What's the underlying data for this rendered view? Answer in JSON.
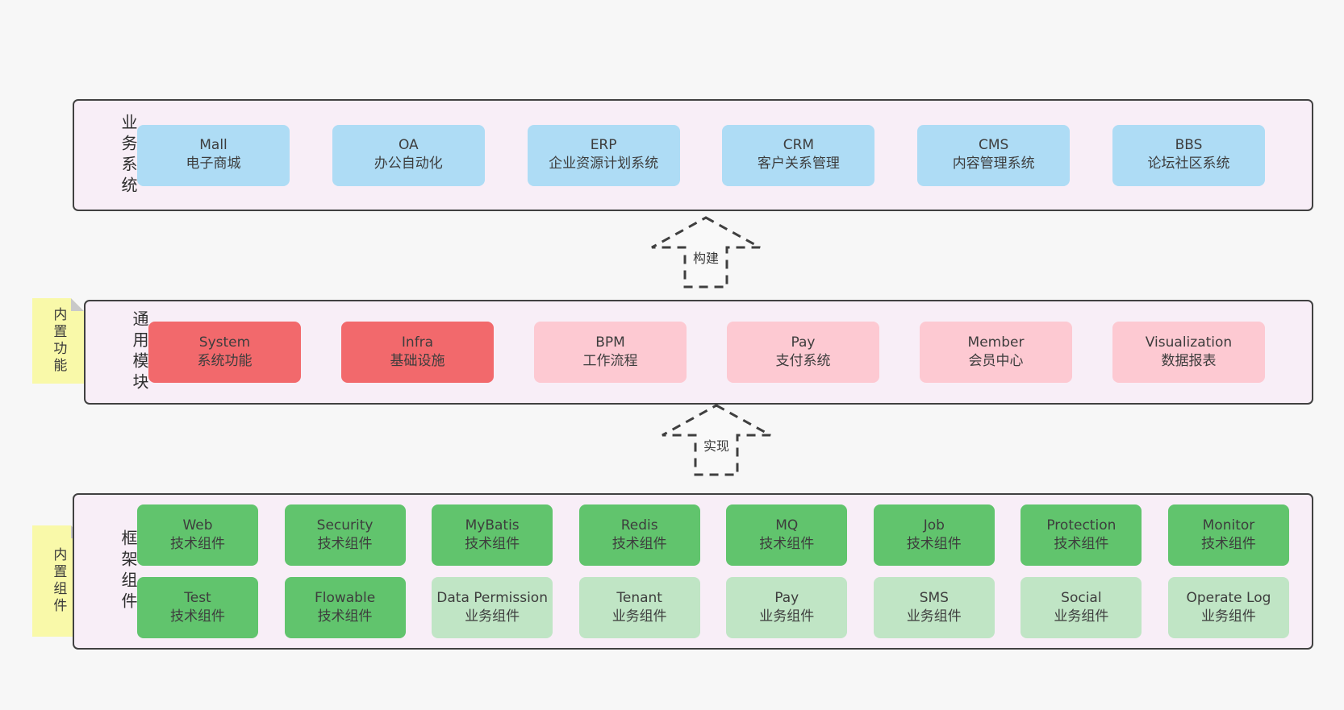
{
  "colors": {
    "page_bg": "#f7f7f7",
    "panel_bg": "#f8eef7",
    "panel_border": "#414141",
    "blue_box": "#aedcf5",
    "red_box": "#f2696c",
    "pink_box": "#fdc9d2",
    "green_box": "#61c46d",
    "light_green_box": "#c0e5c5",
    "yellow_tab": "#f9f9a9",
    "fold_corner": "#c9c9c9",
    "text": "#3d3d3d"
  },
  "arrows": {
    "build": "构建",
    "implement": "实现"
  },
  "sections": {
    "business": {
      "label": "业务系统",
      "boxes": [
        {
          "name": "Mall",
          "desc": "电子商城",
          "variant": "blue"
        },
        {
          "name": "OA",
          "desc": "办公自动化",
          "variant": "blue"
        },
        {
          "name": "ERP",
          "desc": "企业资源计划系统",
          "variant": "blue"
        },
        {
          "name": "CRM",
          "desc": "客户关系管理",
          "variant": "blue"
        },
        {
          "name": "CMS",
          "desc": "内容管理系统",
          "variant": "blue"
        },
        {
          "name": "BBS",
          "desc": "论坛社区系统",
          "variant": "blue"
        }
      ]
    },
    "modules": {
      "label": "通用模块",
      "tab": "内置功能",
      "boxes": [
        {
          "name": "System",
          "desc": "系统功能",
          "variant": "red"
        },
        {
          "name": "Infra",
          "desc": "基础设施",
          "variant": "red"
        },
        {
          "name": "BPM",
          "desc": "工作流程",
          "variant": "pink"
        },
        {
          "name": "Pay",
          "desc": "支付系统",
          "variant": "pink"
        },
        {
          "name": "Member",
          "desc": "会员中心",
          "variant": "pink"
        },
        {
          "name": "Visualization",
          "desc": "数据报表",
          "variant": "pink"
        }
      ]
    },
    "framework": {
      "label": "框架组件",
      "tab": "内置组件",
      "row1": [
        {
          "name": "Web",
          "desc": "技术组件",
          "variant": "green"
        },
        {
          "name": "Security",
          "desc": "技术组件",
          "variant": "green"
        },
        {
          "name": "MyBatis",
          "desc": "技术组件",
          "variant": "green"
        },
        {
          "name": "Redis",
          "desc": "技术组件",
          "variant": "green"
        },
        {
          "name": "MQ",
          "desc": "技术组件",
          "variant": "green"
        },
        {
          "name": "Job",
          "desc": "技术组件",
          "variant": "green"
        },
        {
          "name": "Protection",
          "desc": "技术组件",
          "variant": "green"
        },
        {
          "name": "Monitor",
          "desc": "技术组件",
          "variant": "green"
        }
      ],
      "row2": [
        {
          "name": "Test",
          "desc": "技术组件",
          "variant": "green"
        },
        {
          "name": "Flowable",
          "desc": "技术组件",
          "variant": "green"
        },
        {
          "name": "Data Permission",
          "desc": "业务组件",
          "variant": "light-green"
        },
        {
          "name": "Tenant",
          "desc": "业务组件",
          "variant": "light-green"
        },
        {
          "name": "Pay",
          "desc": "业务组件",
          "variant": "light-green"
        },
        {
          "name": "SMS",
          "desc": "业务组件",
          "variant": "light-green"
        },
        {
          "name": "Social",
          "desc": "业务组件",
          "variant": "light-green"
        },
        {
          "name": "Operate Log",
          "desc": "业务组件",
          "variant": "light-green"
        }
      ]
    }
  }
}
